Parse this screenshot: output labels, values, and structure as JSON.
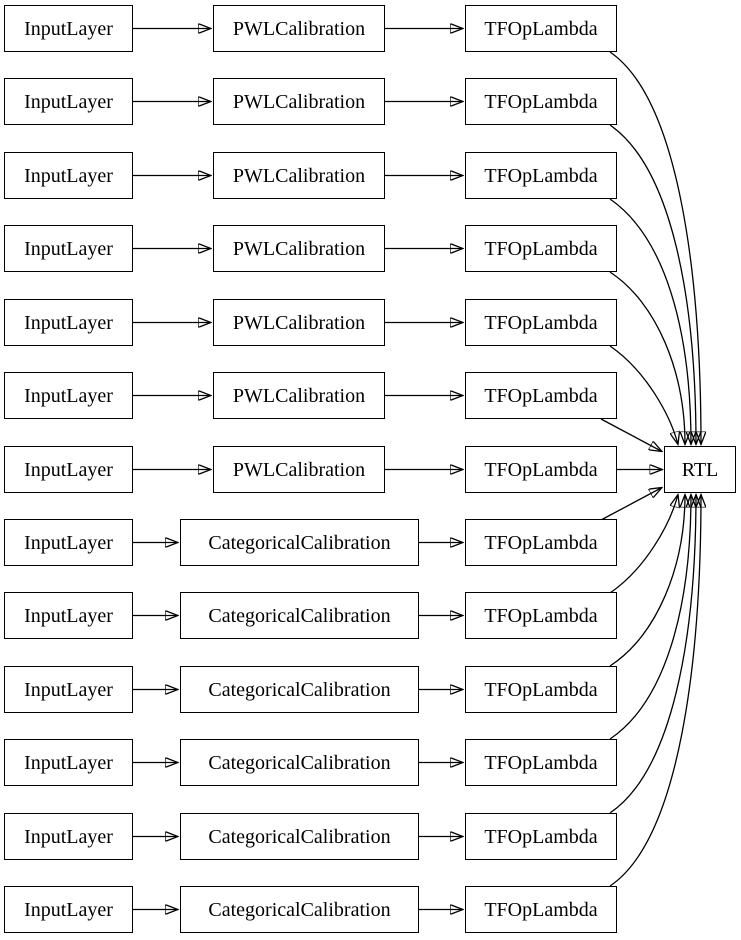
{
  "diagram": {
    "type": "model-graph",
    "output": "RTL",
    "rows": [
      {
        "input": "InputLayer",
        "calibration": "PWLCalibration",
        "op": "TFOpLambda"
      },
      {
        "input": "InputLayer",
        "calibration": "PWLCalibration",
        "op": "TFOpLambda"
      },
      {
        "input": "InputLayer",
        "calibration": "PWLCalibration",
        "op": "TFOpLambda"
      },
      {
        "input": "InputLayer",
        "calibration": "PWLCalibration",
        "op": "TFOpLambda"
      },
      {
        "input": "InputLayer",
        "calibration": "PWLCalibration",
        "op": "TFOpLambda"
      },
      {
        "input": "InputLayer",
        "calibration": "PWLCalibration",
        "op": "TFOpLambda"
      },
      {
        "input": "InputLayer",
        "calibration": "PWLCalibration",
        "op": "TFOpLambda"
      },
      {
        "input": "InputLayer",
        "calibration": "CategoricalCalibration",
        "op": "TFOpLambda"
      },
      {
        "input": "InputLayer",
        "calibration": "CategoricalCalibration",
        "op": "TFOpLambda"
      },
      {
        "input": "InputLayer",
        "calibration": "CategoricalCalibration",
        "op": "TFOpLambda"
      },
      {
        "input": "InputLayer",
        "calibration": "CategoricalCalibration",
        "op": "TFOpLambda"
      },
      {
        "input": "InputLayer",
        "calibration": "CategoricalCalibration",
        "op": "TFOpLambda"
      },
      {
        "input": "InputLayer",
        "calibration": "CategoricalCalibration",
        "op": "TFOpLambda"
      }
    ],
    "edges": {
      "per_row": [
        "input->calibration",
        "calibration->op",
        "op->output"
      ],
      "note": "all 13 TFOpLambda nodes connect into the single RTL node"
    },
    "colors": {
      "background": "#ffffff",
      "node_fill": "#ffffff",
      "node_border": "#000000",
      "edge": "#000000",
      "text": "#000000"
    }
  }
}
